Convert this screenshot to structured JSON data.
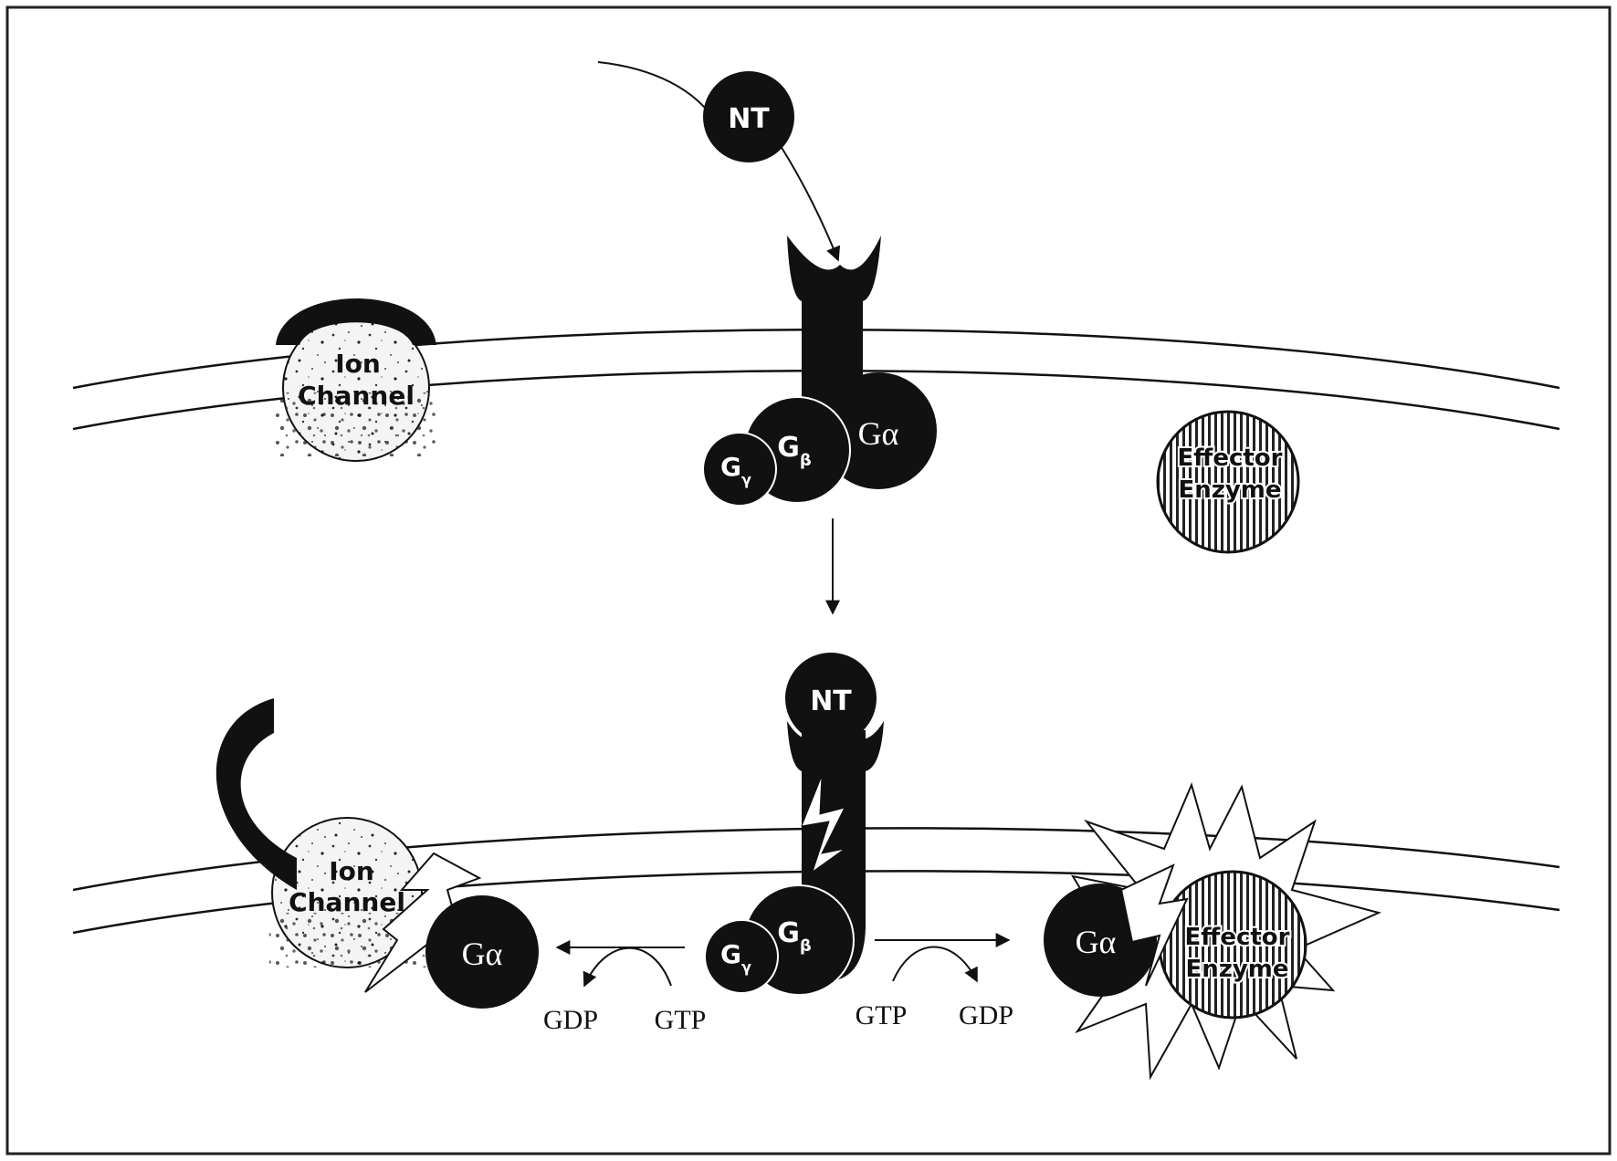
{
  "colors": {
    "ink": "#111111",
    "paper": "#ffffff",
    "frame": "#222222"
  },
  "top_panel": {
    "neurotransmitter": "NT",
    "ion_channel": [
      "Ion",
      "Channel"
    ],
    "g_gamma": {
      "base": "G",
      "sub": "γ"
    },
    "g_beta": {
      "base": "G",
      "sub": "β"
    },
    "g_alpha": "Gα",
    "effector": [
      "Effector",
      "Enzyme"
    ]
  },
  "bottom_panel": {
    "neurotransmitter": "NT",
    "ion_channel": [
      "Ion",
      "Channel"
    ],
    "g_alpha_left": "Gα",
    "g_gamma": {
      "base": "G",
      "sub": "γ"
    },
    "g_beta": {
      "base": "G",
      "sub": "β"
    },
    "g_alpha_right": "Gα",
    "effector": [
      "Effector",
      "Enzyme"
    ],
    "left_exchange": {
      "gdp": "GDP",
      "gtp": "GTP"
    },
    "right_exchange": {
      "gtp": "GTP",
      "gdp": "GDP"
    }
  },
  "icons": [
    "receptor",
    "lightning-bolt",
    "activation-starburst",
    "arrow"
  ]
}
